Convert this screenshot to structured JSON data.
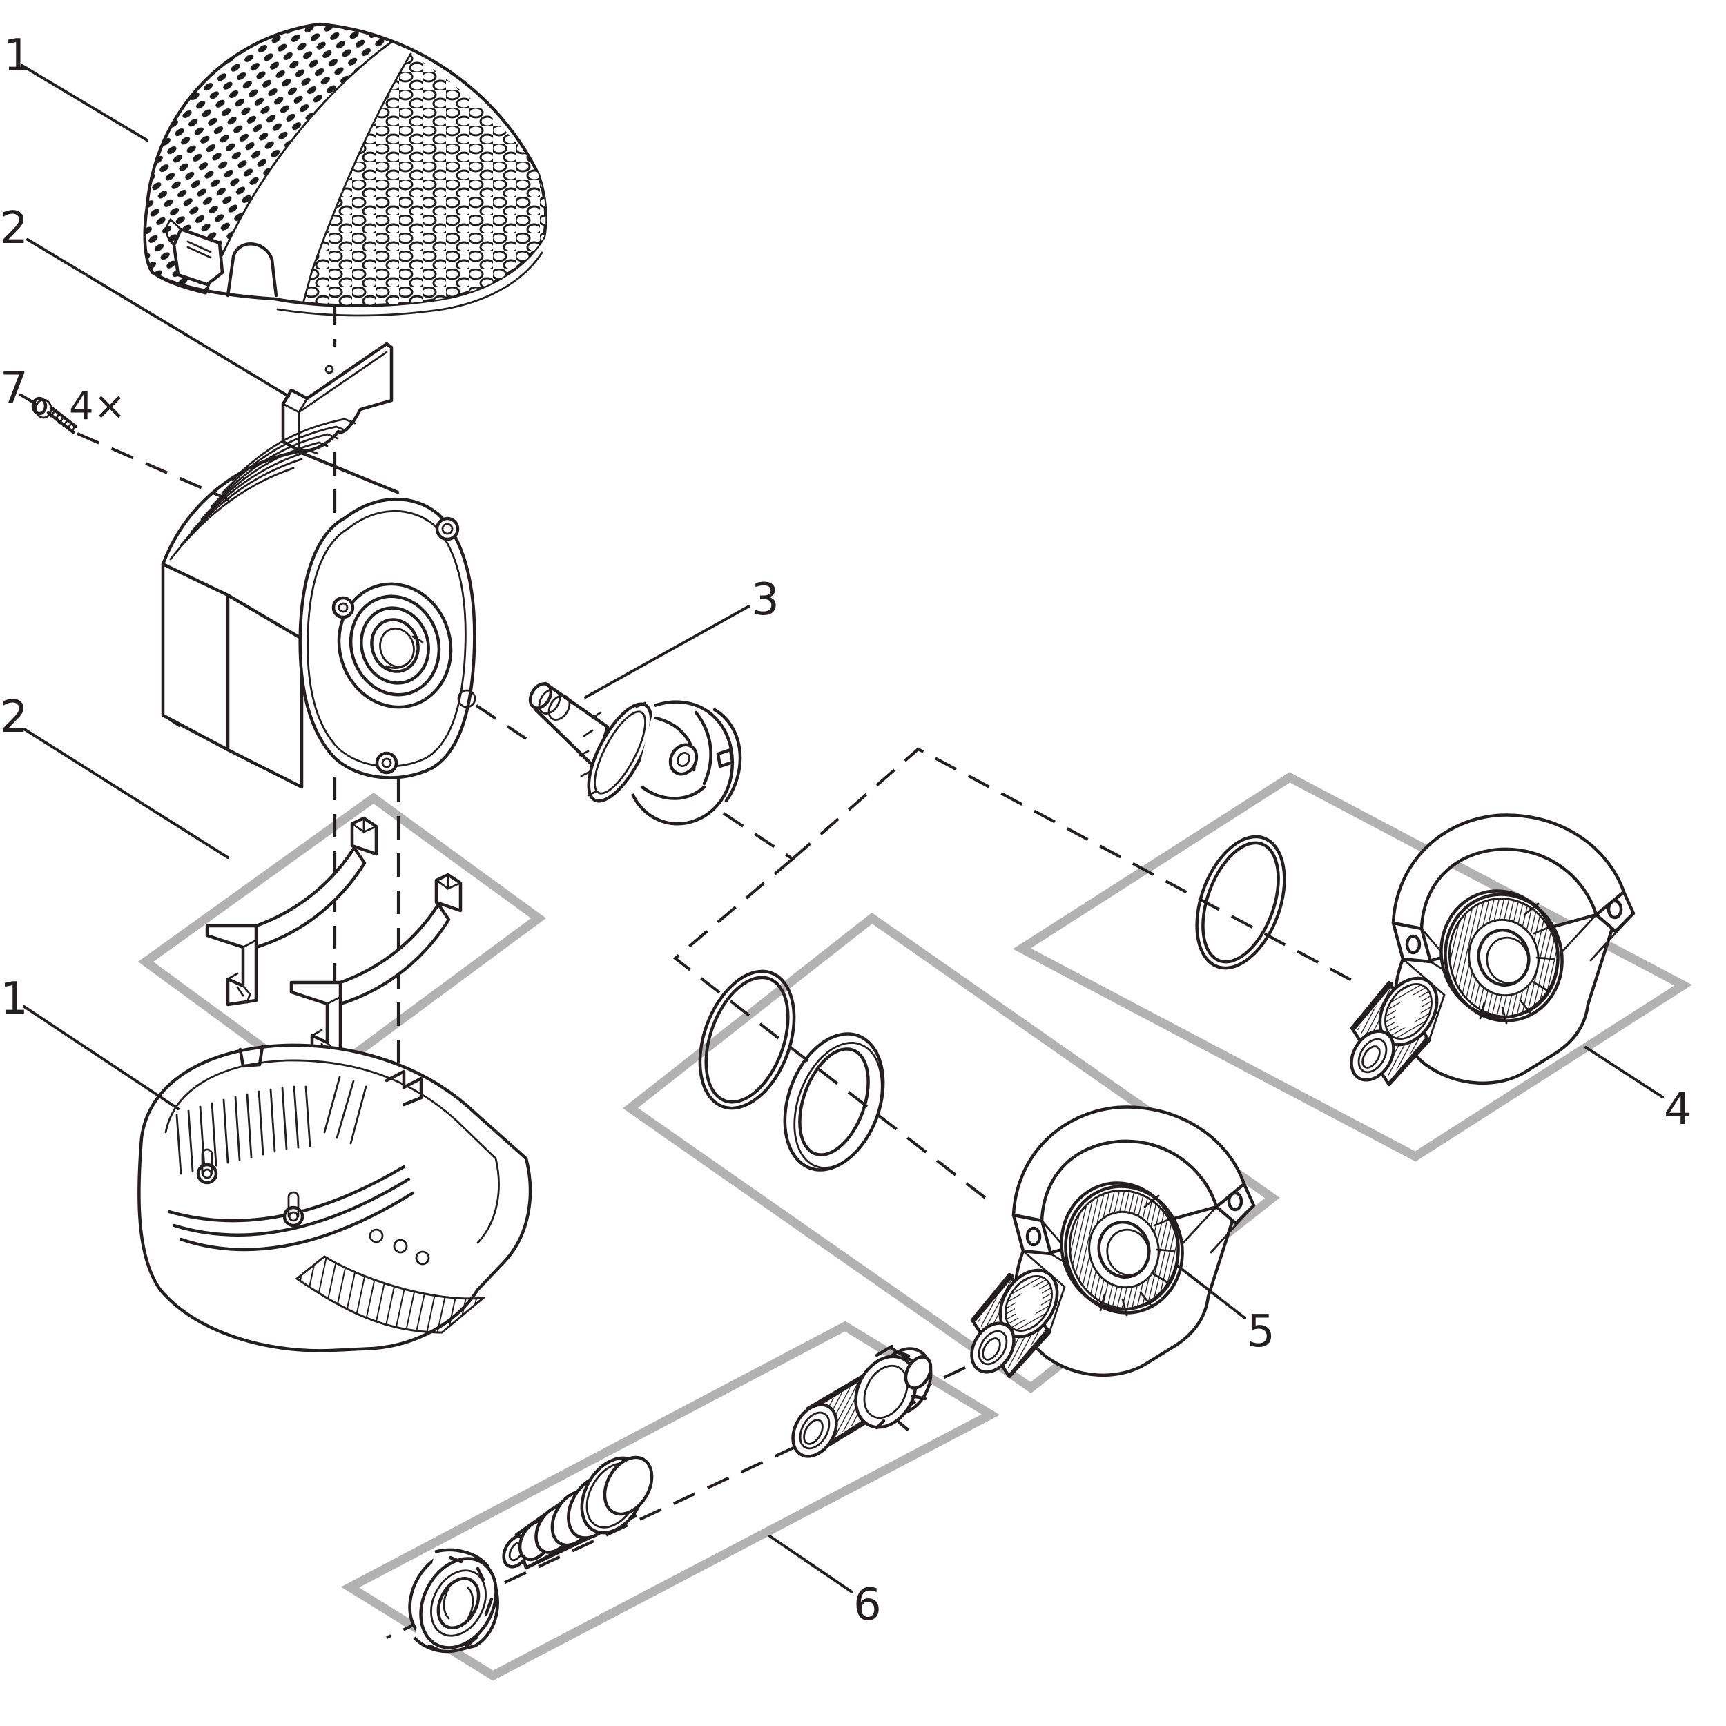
{
  "diagram": {
    "type": "exploded-parts-diagram",
    "subject": "pond pump assembly",
    "background_color": "#ffffff",
    "line_color": "#231f20",
    "panel_color": "#b2b2b2",
    "callouts": [
      {
        "id": "1a",
        "label": "1",
        "part": "strainer-cover-top"
      },
      {
        "id": "2a",
        "label": "2",
        "part": "clamp-pad"
      },
      {
        "id": "7",
        "label": "7",
        "part": "screw"
      },
      {
        "id": "4x",
        "label": "4×",
        "part": "screw-quantity"
      },
      {
        "id": "2b",
        "label": "2",
        "part": "clamp-brackets"
      },
      {
        "id": "1b",
        "label": "1",
        "part": "strainer-base-bottom"
      },
      {
        "id": "3",
        "label": "3",
        "part": "impeller-rotor"
      },
      {
        "id": "4",
        "label": "4",
        "part": "outlet-housing-kit-upper"
      },
      {
        "id": "5",
        "label": "5",
        "part": "outlet-housing-kit-lower"
      },
      {
        "id": "6",
        "label": "6",
        "part": "hose-connector-kit"
      }
    ],
    "parts": [
      "strainer-cover-top",
      "clamp-pad",
      "screw-4x",
      "motor-block",
      "impeller-rotor",
      "clamp-brackets-panel",
      "strainer-base-bottom",
      "o-ring-upper",
      "outlet-housing-upper",
      "o-ring-lower",
      "seal-ring-lower",
      "outlet-housing-lower",
      "union-nut",
      "stepped-hose-tail",
      "threaded-adapter"
    ]
  }
}
